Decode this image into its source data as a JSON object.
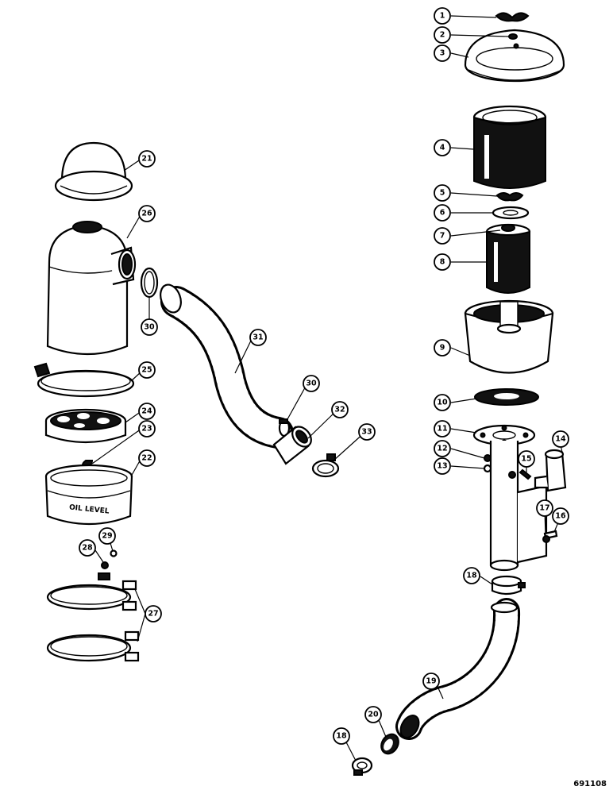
{
  "diagram": {
    "figure_number": "691108",
    "oil_level_label": "OIL LEVEL",
    "callouts": {
      "c1": "1",
      "c2": "2",
      "c3": "3",
      "c4": "4",
      "c5": "5",
      "c6": "6",
      "c7": "7",
      "c8": "8",
      "c9": "9",
      "c10": "10",
      "c11": "11",
      "c12": "12",
      "c13": "13",
      "c14": "14",
      "c15": "15",
      "c16": "16",
      "c17": "17",
      "c18a": "18",
      "c18b": "18",
      "c19": "19",
      "c20": "20",
      "c21": "21",
      "c22": "22",
      "c23": "23",
      "c24": "24",
      "c25": "25",
      "c26": "26",
      "c27": "27",
      "c28": "28",
      "c29": "29",
      "c30a": "30",
      "c30b": "30",
      "c31": "31",
      "c32": "32",
      "c33": "33"
    }
  }
}
